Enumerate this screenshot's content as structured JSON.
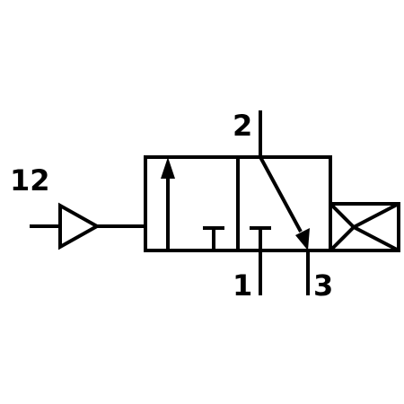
{
  "diagram": {
    "ports": {
      "pilot": "12",
      "outlet": "2",
      "inlet": "1",
      "exhaust": "3"
    }
  },
  "colors": {
    "line": "#000000",
    "background": "#ffffff"
  }
}
